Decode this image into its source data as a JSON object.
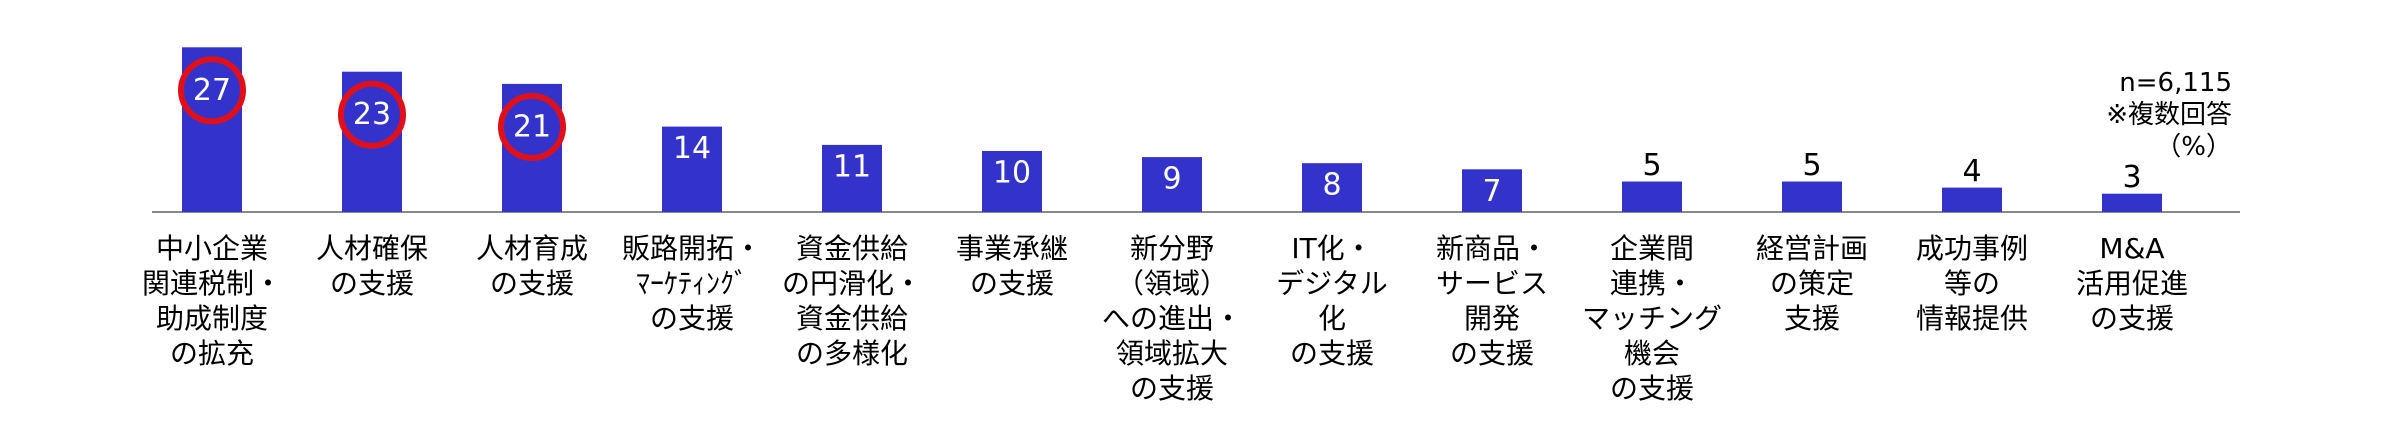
{
  "notes": {
    "sample_size": "n=6,115",
    "multiple_answers": "※複数回答",
    "unit": "（%）"
  },
  "chart_data": {
    "type": "bar",
    "title": "",
    "xlabel": "",
    "ylabel": "",
    "ylim": [
      0,
      28
    ],
    "grid": false,
    "legend": "none",
    "categories": [
      [
        "中小企業",
        "関連税制・",
        "助成制度",
        "の拡充"
      ],
      [
        "人材確保",
        "の支援"
      ],
      [
        "人材育成",
        "の支援"
      ],
      [
        "販路開拓・",
        "ﾏｰｹﾃｨﾝｸﾞ",
        "の支援"
      ],
      [
        "資金供給",
        "の円滑化・",
        "資金供給",
        "の多様化"
      ],
      [
        "事業承継",
        "の支援"
      ],
      [
        "新分野",
        "（領域）",
        "への進出・",
        "領域拡大",
        "の支援"
      ],
      [
        "IT化・",
        "デジタル",
        "化",
        "の支援"
      ],
      [
        "新商品・",
        "サービス",
        "開発",
        "の支援"
      ],
      [
        "企業間",
        "連携・",
        "マッチング",
        "機会",
        "の支援"
      ],
      [
        "経営計画",
        "の策定",
        "支援"
      ],
      [
        "成功事例",
        "等の",
        "情報提供"
      ],
      [
        "M&A",
        "活用促進",
        "の支援"
      ]
    ],
    "values": [
      27,
      23,
      21,
      14,
      11,
      10,
      9,
      8,
      7,
      5,
      5,
      4,
      3
    ],
    "highlighted_indices": [
      0,
      1,
      2
    ],
    "colors": {
      "bar": "#3333cc",
      "highlight_ring": "#e0101a",
      "axis": "#888888",
      "label_inside": "#ffffff",
      "label_outside": "#000000"
    }
  }
}
